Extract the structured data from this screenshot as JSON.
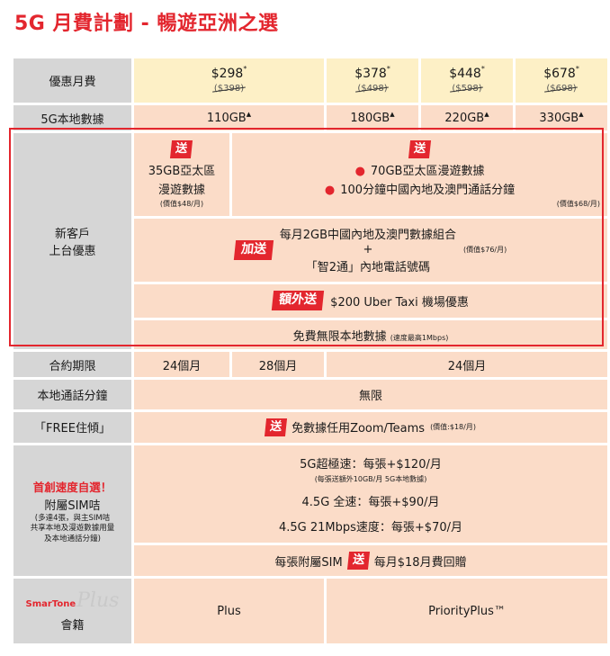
{
  "title": "5G 月費計劃 - 暢遊亞洲之選",
  "header": {
    "label": "優惠月費",
    "plans": [
      {
        "price": "$298",
        "mark": "*",
        "old_price": "($398)"
      },
      {
        "price": "$378",
        "mark": "*",
        "old_price": "($498)"
      },
      {
        "price": "$448",
        "mark": "*",
        "old_price": "($598)"
      },
      {
        "price": "$678",
        "mark": "*",
        "old_price": "($698)"
      }
    ]
  },
  "local_data": {
    "label": "5G本地數據",
    "triangle": "▲",
    "values": [
      "110GB",
      "180GB",
      "220GB",
      "330GB"
    ]
  },
  "new_customer": {
    "label_line1": "新客戶",
    "label_line2": "上台優惠",
    "gift_badge": "送",
    "gift_a_line1": "35GB亞太區",
    "gift_a_line2": "漫遊數據",
    "gift_a_note": "(價值$48/月)",
    "gift_b_badge": "送",
    "gift_b_item1": "70GB亞太區漫遊數據",
    "gift_b_item2": "100分鐘中國內地及澳門通話分鐘",
    "gift_b_note": "(價值$68/月)",
    "bullet": "●",
    "extra_badge": "加送",
    "extra_line1": "每月2GB中國內地及澳門數據組合",
    "extra_plus": "+",
    "extra_line2": "「智2通」內地電話號碼",
    "extra_note": "(價值$76/月)",
    "bonus_badge": "額外送",
    "bonus_text": "$200 Uber Taxi 機場優惠",
    "unlimited_text": "免費無限本地數據",
    "unlimited_note": "(速度最高1Mbps)"
  },
  "contract": {
    "label": "合約期限",
    "values": [
      "24個月",
      "28個月",
      "24個月"
    ]
  },
  "local_minutes": {
    "label": "本地通話分鐘",
    "value": "無限"
  },
  "free_stay": {
    "label": "「FREE住傾」",
    "badge": "送",
    "text": "免數據任用Zoom/Teams",
    "note": "(價值:$18/月)"
  },
  "sim": {
    "headline": "首創速度自選！",
    "label": "附屬SIM咭",
    "note_line1": "(多達4張，與主SIM咭",
    "note_line2": "共享本地及漫遊數據用量",
    "note_line3": "及本地通話分鐘)",
    "opt1": "5G超極速：每張+$120/月",
    "opt1_note": "(每張送額外10GB/月 5G本地數據)",
    "opt2": "4.5G 全速：每張+$90/月",
    "opt3": "4.5G 21Mbps速度：每張+$70/月",
    "rebate_pre": "每張附屬SIM",
    "rebate_badge": "送",
    "rebate_post": "每月$18月費回贈"
  },
  "membership": {
    "logo_brand": "SmarTone",
    "logo_plus": "Plus",
    "label": "會籍",
    "tier1": "Plus",
    "tier2": "PriorityPlus™"
  },
  "colors": {
    "accent": "#e3262e",
    "peach": "#fbdcc8",
    "yellow": "#fdf0c6",
    "label_grey": "#d6d6d6"
  }
}
